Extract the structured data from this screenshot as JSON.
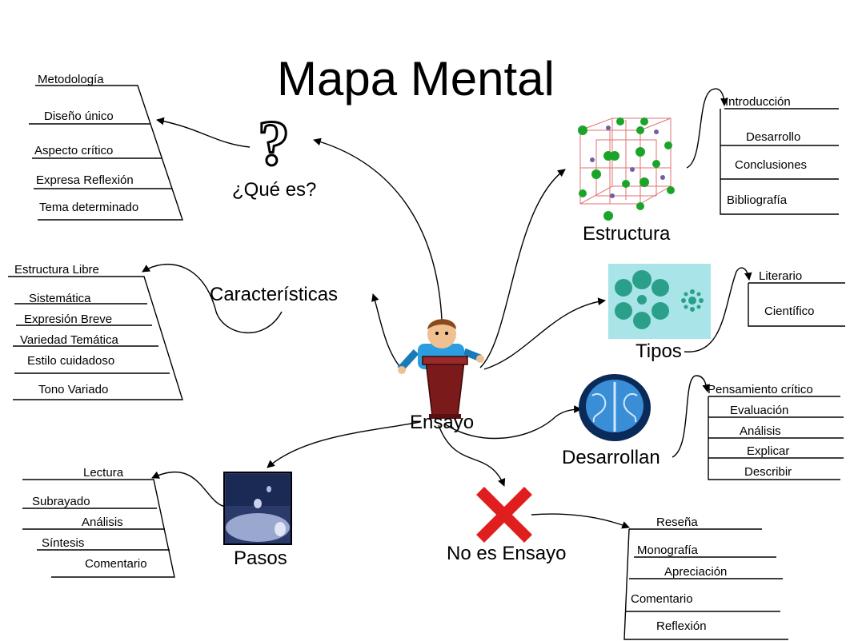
{
  "title": "Mapa Mental",
  "center": "Ensayo",
  "que_es": {
    "label": "¿Qué es?",
    "items": [
      "Metodología",
      "Diseño único",
      "Aspecto crítico",
      "Expresa Reflexión",
      "Tema determinado"
    ]
  },
  "caracteristicas": {
    "label": "Características",
    "items": [
      "Estructura Libre",
      "Sistemática",
      "Expresión Breve",
      "Variedad Temática",
      "Estilo cuidadoso",
      "Tono Variado"
    ]
  },
  "pasos": {
    "label": "Pasos",
    "items": [
      "Lectura",
      "Subrayado",
      "Análisis",
      "Síntesis",
      "Comentario"
    ]
  },
  "estructura": {
    "label": "Estructura",
    "items": [
      "Introducción",
      "Desarrollo",
      "Conclusiones",
      "Bibliografía"
    ]
  },
  "tipos": {
    "label": "Tipos",
    "items": [
      "Literario",
      "Científico"
    ]
  },
  "desarrollan": {
    "label": "Desarrollan",
    "items": [
      "Pensamiento crítico",
      "Evaluación",
      "Análisis",
      "Explicar",
      "Describir"
    ]
  },
  "no_es": {
    "label": "No es Ensayo",
    "items": [
      "Reseña",
      "Monografía",
      "Apreciación",
      "Comentario",
      "Reflexión"
    ]
  },
  "colors": {
    "line": "#000000",
    "cross": "#e01e1e",
    "sphere_green": "#1aa52a",
    "tipos_bg": "#a8e4e8",
    "tipos_dots": "#2aa08a"
  }
}
